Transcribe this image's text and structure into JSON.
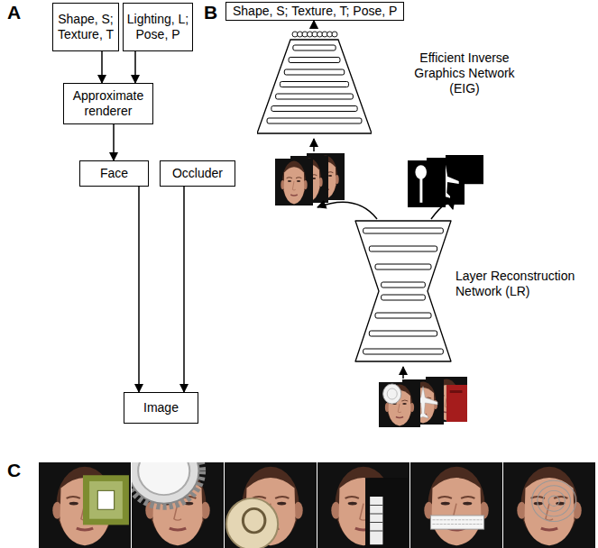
{
  "diagram": {
    "nodes": [
      {
        "text": [
          "Shape, S; Texture, T"
        ]
      },
      {
        "text": [
          "Lighting, L; Pose, P"
        ]
      },
      {
        "text": [
          "Approximate renderer"
        ]
      },
      {
        "text": [
          "Face"
        ]
      },
      {
        "text": [
          "Occluder"
        ]
      },
      {
        "text": [
          "Image"
        ]
      },
      {
        "text": [
          "Shape, S; Texture, T; Pose, P"
        ]
      },
      {
        "text": [
          "Efficient Inverse Graphics Network (EIG)"
        ]
      },
      {
        "text": [
          "Layer Reconstruction Network (LR)"
        ]
      }
    ],
    "edges": [
      {
        "from": 0,
        "to": 2,
        "arrow": "to"
      },
      {
        "from": 1,
        "to": 2,
        "arrow": "to"
      },
      {
        "from": 2,
        "to": 3,
        "arrow": "to"
      },
      {
        "from": 3,
        "to": 5,
        "arrow": "to"
      },
      {
        "from": 4,
        "to": 5,
        "arrow": "to"
      },
      {
        "from": 7,
        "to": 6,
        "arrow": "to"
      }
    ],
    "labels": [
      "A",
      "B",
      "C"
    ]
  }
}
